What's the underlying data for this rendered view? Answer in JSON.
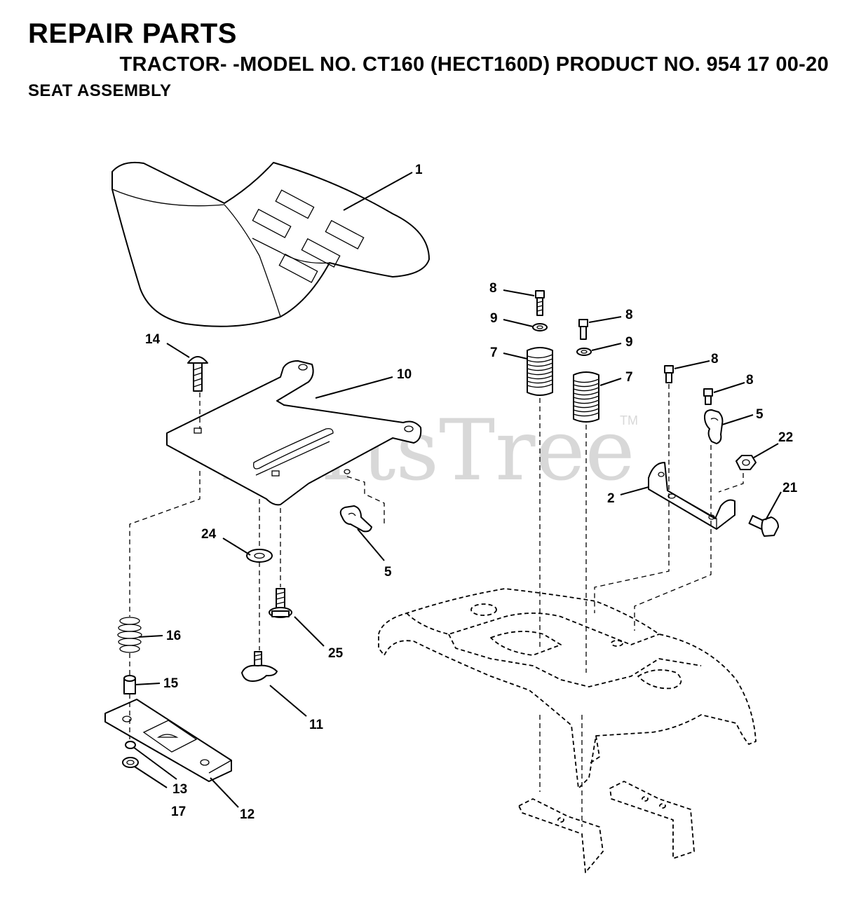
{
  "header": {
    "title": "REPAIR PARTS",
    "model_line": "TRACTOR- -MODEL NO. CT160 (HECT160D) PRODUCT NO. 954 17 00-20",
    "section": "SEAT ASSEMBLY"
  },
  "watermark": {
    "text": "PartsTree",
    "mark": "TM"
  },
  "callouts": {
    "c1": "1",
    "c14": "14",
    "c10": "10",
    "c24": "24",
    "c5a": "5",
    "c16": "16",
    "c25": "25",
    "c15": "15",
    "c11": "11",
    "c13": "13",
    "c12": "12",
    "c17": "17",
    "c8a": "8",
    "c9a": "9",
    "c7a": "7",
    "c8b": "8",
    "c9b": "9",
    "c7b": "7",
    "c8c": "8",
    "c8d": "8",
    "c5b": "5",
    "c22": "22",
    "c2": "2",
    "c21": "21"
  }
}
